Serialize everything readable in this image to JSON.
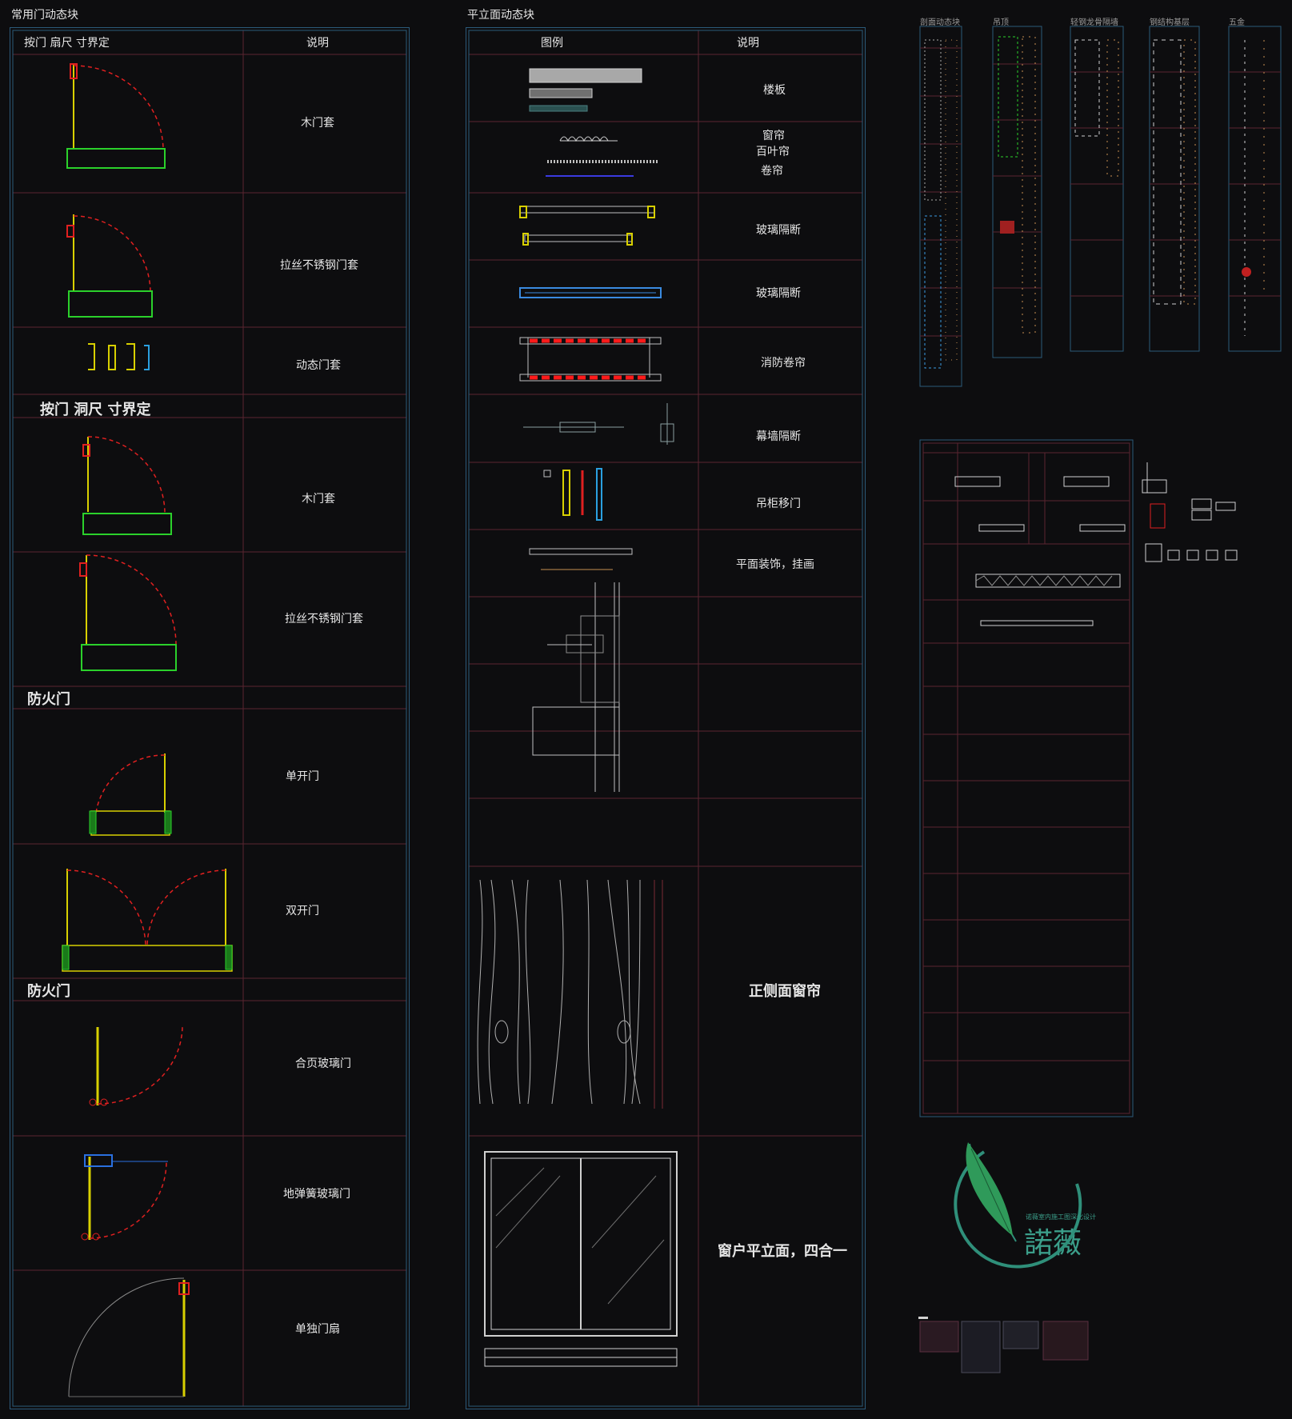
{
  "left_panel": {
    "title": "常用门动态块",
    "col1_header": "按门 扇尺 寸界定",
    "col2_header": "说明",
    "section2": "按门 洞尺 寸界定",
    "section3": "防火门",
    "section4": "防火门",
    "rows": [
      "木门套",
      "拉丝不锈钢门套",
      "动态门套",
      "木门套",
      "拉丝不锈钢门套",
      "单开门",
      "双开门",
      "合页玻璃门",
      "地弹簧玻璃门",
      "单独门扇"
    ]
  },
  "middle_panel": {
    "title": "平立面动态块",
    "col1_header": "图例",
    "col2_header": "说明",
    "rows": [
      "楼板",
      "窗帘",
      "百叶帘",
      "卷帘",
      "玻璃隔断",
      "玻璃隔断",
      "消防卷帘",
      "幕墙隔断",
      "吊柜移门",
      "平面装饰，挂画"
    ],
    "curtain_label": "正侧面窗帘",
    "window_label": "窗户平立面，四合一"
  },
  "right_panel": {
    "mini_titles": [
      "剖面动态块",
      "吊顶",
      "轻钢龙骨隔墙",
      "钢结构基层",
      "五金"
    ],
    "logo_text": "諾薇",
    "logo_subtitle": "诺薇室内施工图深化设计"
  },
  "colors": {
    "grid_blue": "#2c5a7a",
    "grid_red": "#5a2530",
    "door_red": "#e02020",
    "green": "#2bd12b",
    "yellow": "#d8d000",
    "logo_teal": "#2f8f7a"
  }
}
